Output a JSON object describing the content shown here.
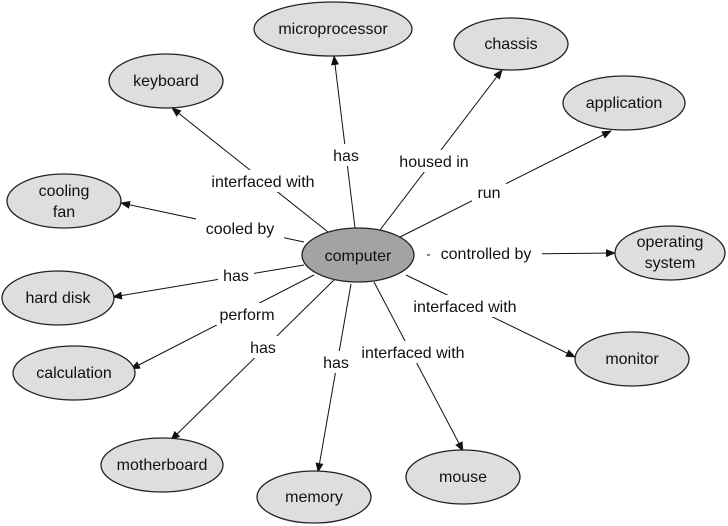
{
  "diagram": {
    "center": "computer",
    "nodes": {
      "microprocessor": [
        "microprocessor"
      ],
      "chassis": [
        "chassis"
      ],
      "keyboard": [
        "keyboard"
      ],
      "application": [
        "application"
      ],
      "cooling_fan": [
        "cooling",
        "fan"
      ],
      "operating_system": [
        "operating",
        "system"
      ],
      "hard_disk": [
        "hard disk"
      ],
      "monitor": [
        "monitor"
      ],
      "calculation": [
        "calculation"
      ],
      "motherboard": [
        "motherboard"
      ],
      "mouse": [
        "mouse"
      ],
      "memory": [
        "memory"
      ]
    },
    "edges": [
      {
        "to": "microprocessor",
        "label": "has"
      },
      {
        "to": "chassis",
        "label": "housed in"
      },
      {
        "to": "keyboard",
        "label": "interfaced with"
      },
      {
        "to": "application",
        "label": "run"
      },
      {
        "to": "cooling_fan",
        "label": "cooled by"
      },
      {
        "to": "operating_system",
        "label": "controlled by"
      },
      {
        "to": "hard_disk",
        "label": "has"
      },
      {
        "to": "monitor",
        "label": "interfaced with"
      },
      {
        "to": "calculation",
        "label": "perform"
      },
      {
        "to": "motherboard",
        "label": "has"
      },
      {
        "to": "memory",
        "label": "has"
      },
      {
        "to": "mouse",
        "label": "interfaced with"
      }
    ]
  },
  "colors": {
    "center_fill": "#a3a3a3",
    "node_fill": "#dedede",
    "stroke": "#222222"
  }
}
